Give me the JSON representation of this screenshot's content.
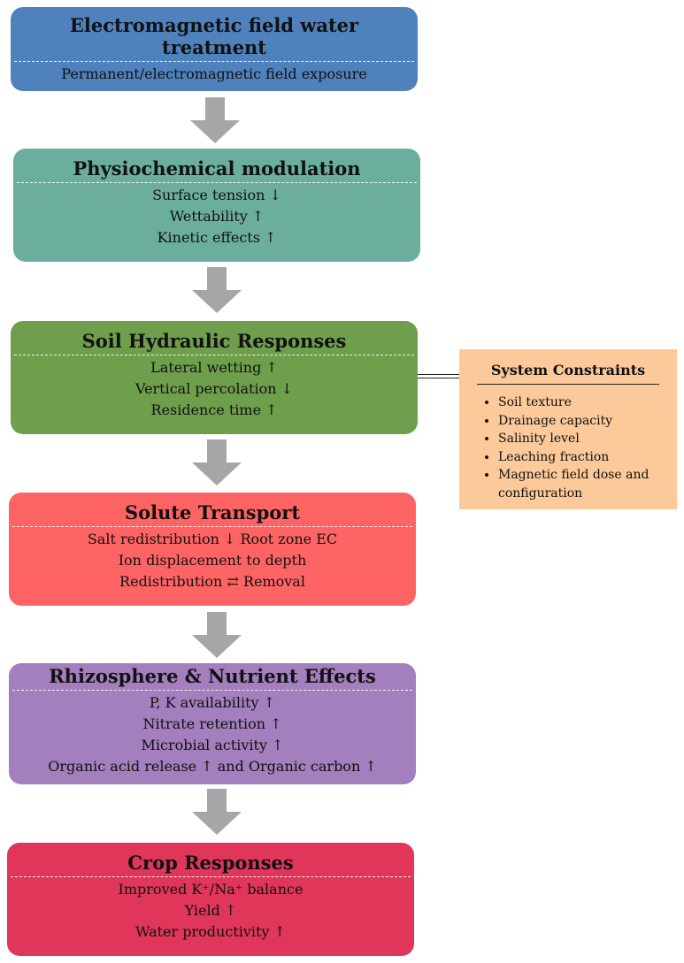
{
  "boxes": [
    {
      "title": "Electromagnetic field water treatment",
      "lines": [
        "Permanent/electromagnetic field exposure"
      ],
      "color": "#4f81bd"
    },
    {
      "title": "Physiochemical modulation",
      "lines": [
        "Surface tension ↓",
        "Wettability ↑",
        "Kinetic effects ↑"
      ],
      "color": "#6bae9e"
    },
    {
      "title": "Soil  Hydraulic Responses",
      "lines": [
        "Lateral wetting ↑",
        "Vertical percolation ↓",
        "Residence time ↑"
      ],
      "color": "#6f9e4c"
    },
    {
      "title": "Solute Transport",
      "lines": [
        "Salt redistribution ↓ Root zone EC",
        "Ion displacement to depth",
        "Redistribution ⇄ Removal"
      ],
      "color": "#ff6464"
    },
    {
      "title": "Rhizosphere & Nutrient Effects",
      "lines": [
        "P, K availability ↑",
        "Nitrate retention ↑",
        "Microbial activity ↑",
        "Organic acid release ↑ and Organic carbon ↑"
      ],
      "color": "#a37fbd"
    },
    {
      "title": "Crop Responses",
      "lines": [
        "Improved K⁺/Na⁺ balance",
        "Yield ↑",
        "Water productivity ↑"
      ],
      "color": "#e0365a"
    }
  ],
  "constraints": {
    "title": "System Constraints",
    "items": [
      "Soil texture",
      "Drainage capacity",
      "Salinity level",
      "Leaching fraction",
      "Magnetic field dose  and configuration"
    ],
    "color": "#fbc99a"
  },
  "arrow_color": "#a6a6a6"
}
